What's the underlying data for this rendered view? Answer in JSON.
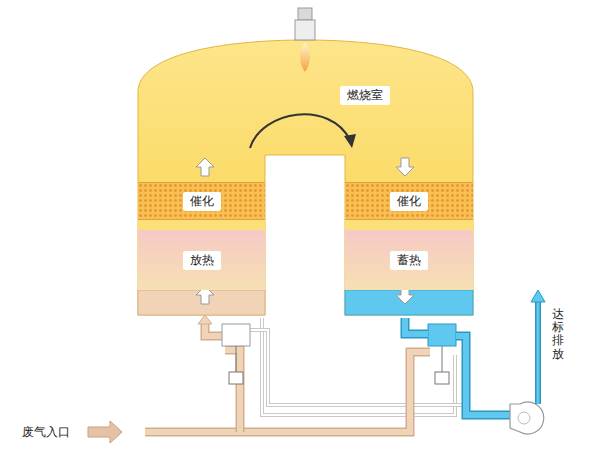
{
  "diagram": {
    "nodes": [
      {
        "text": [
          "燃烧室"
        ]
      },
      {
        "text": [
          "催化"
        ]
      },
      {
        "text": [
          "催化"
        ]
      },
      {
        "text": [
          "放热"
        ]
      },
      {
        "text": [
          "蓄热"
        ]
      }
    ],
    "labels": [
      "废气入口",
      "达标排放"
    ]
  }
}
